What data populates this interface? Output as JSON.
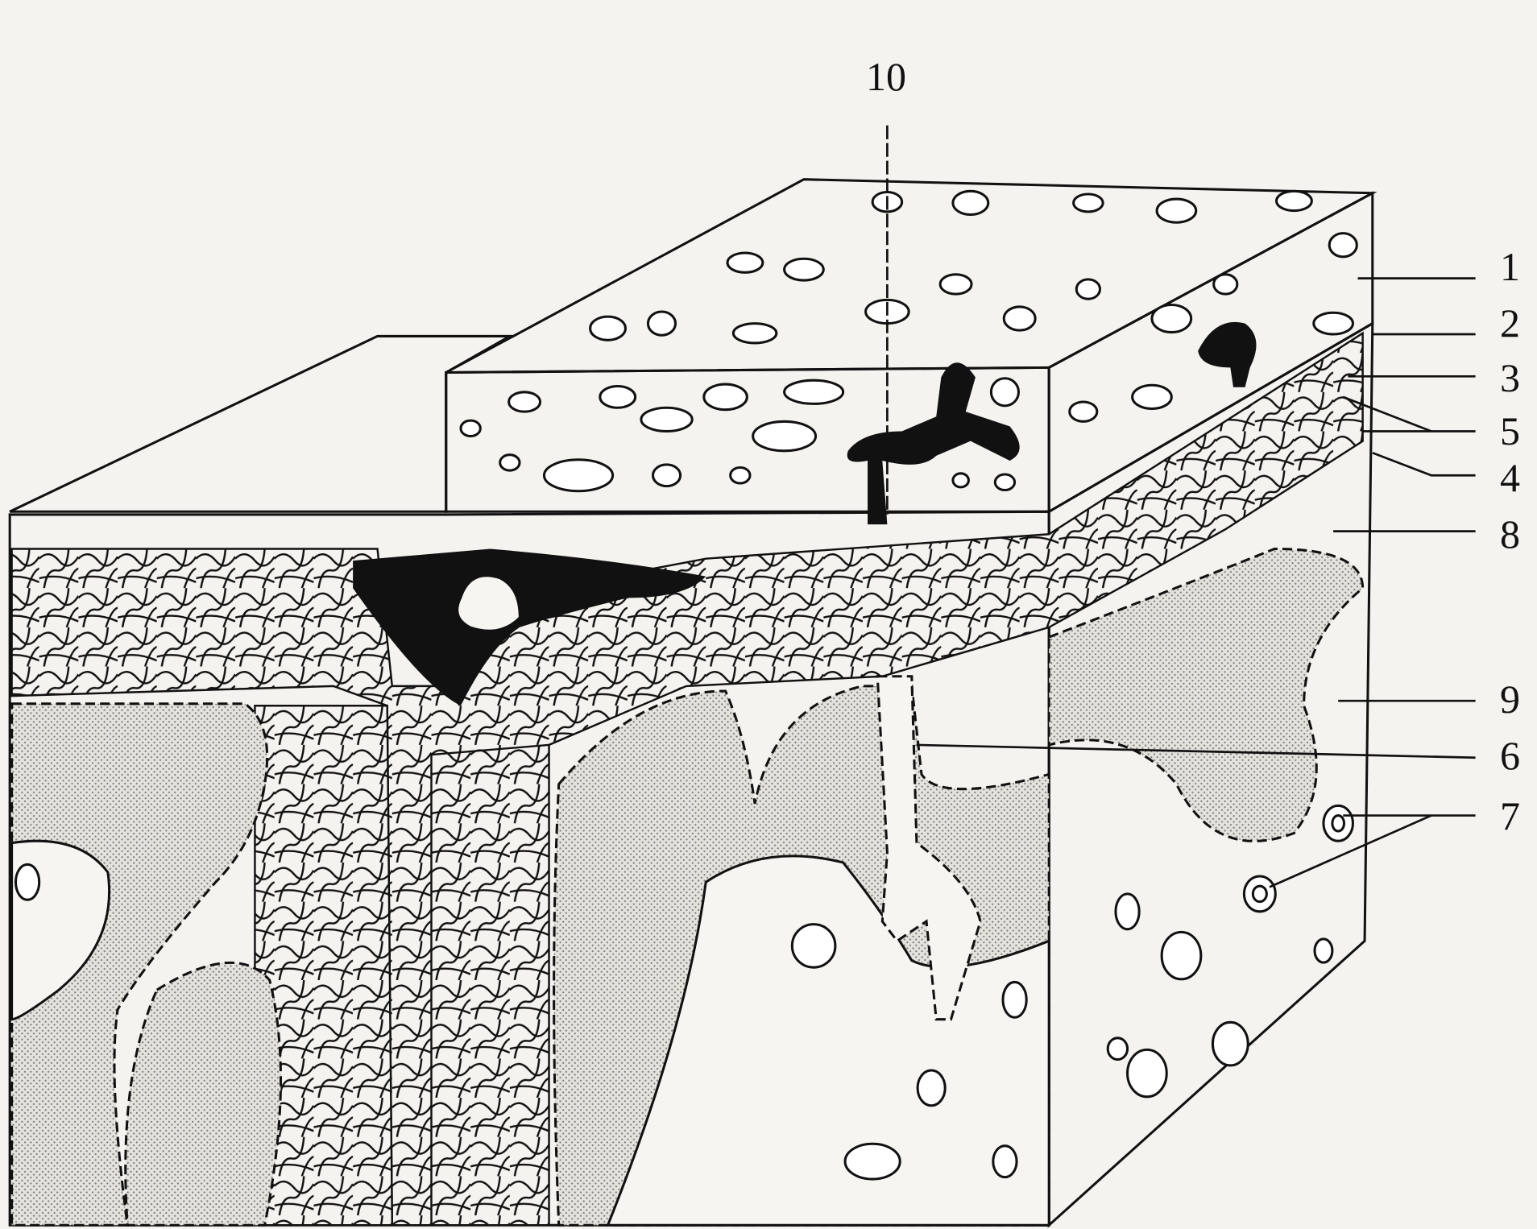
{
  "diagram": {
    "labels": {
      "l10": "10",
      "l1": "1",
      "l2": "2",
      "l3": "3",
      "l5": "5",
      "l4": "4",
      "l8": "8",
      "l9": "9",
      "l6": "6",
      "l7": "7"
    },
    "colors": {
      "ink": "#111111",
      "paper": "#f4f3ef",
      "cortex": "#cfcdc6"
    }
  }
}
